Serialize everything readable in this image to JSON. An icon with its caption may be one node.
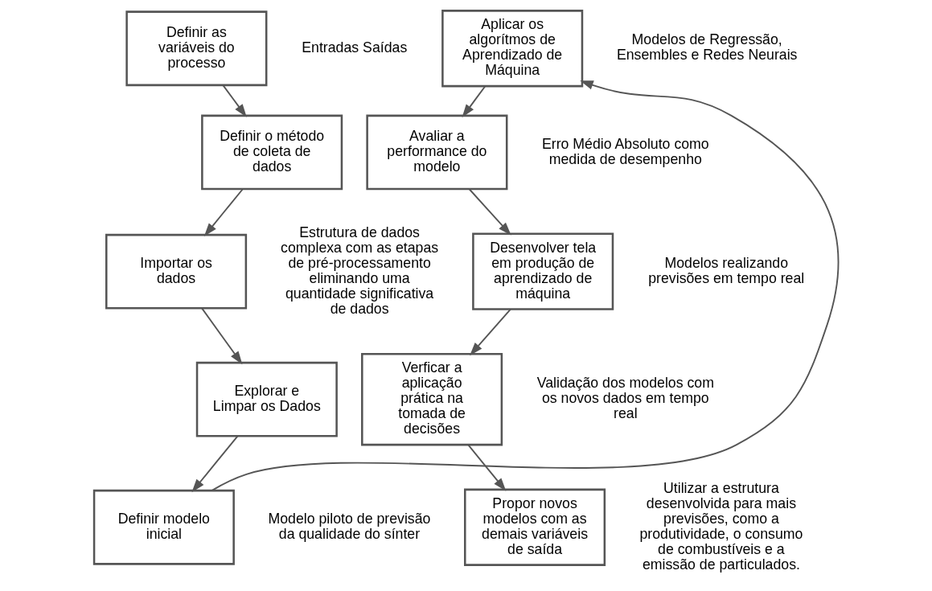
{
  "diagram": {
    "nodes": [
      {
        "text": [
          "Definir as variáveis do processo"
        ],
        "beside": [
          "Entradas Saídas"
        ]
      },
      {
        "text": [
          "Definir o método de coleta de dados"
        ]
      },
      {
        "text": [
          "Importar os dados"
        ]
      },
      {
        "text": [
          "Explorar e Limpar os Dados"
        ]
      },
      {
        "text": [
          "Definir modelo inicial"
        ],
        "beside": [
          "Modelo piloto de previsão da qualidade do sínter"
        ]
      },
      {
        "text": [
          "Aplicar os algorítmos de Aprendizado de Máquina"
        ],
        "beside": [
          "Modelos de Regressão, Ensembles e Redes Neurais"
        ]
      },
      {
        "text": [
          "Avaliar a performance do modelo"
        ],
        "beside": [
          "Erro Médio Absoluto como medida de desempenho"
        ]
      },
      {
        "text": [
          "Desenvolver tela em produção de aprendizado de máquina"
        ],
        "beside": [
          "Modelos realizando previsões em tempo real"
        ]
      },
      {
        "text": [
          "Verficar a aplicação prática na tomada de decisões"
        ],
        "beside": [
          "Validação dos modelos com os novos dados em tempo real"
        ]
      },
      {
        "text": [
          "Propor novos modelos com as demais variáveis de saída"
        ],
        "beside": [
          "Utilizar a estrutura desenvolvida para mais previsões, como a produtividade, o consumo de combustíveis e a emissão de particulados."
        ]
      }
    ],
    "edges": [
      {
        "from": 0,
        "to": 1,
        "arrow": "to"
      },
      {
        "from": 1,
        "to": 2,
        "arrow": "to"
      },
      {
        "from": 2,
        "to": 3,
        "arrow": "to"
      },
      {
        "from": 3,
        "to": 4,
        "arrow": "to"
      },
      {
        "from": 4,
        "to": 5,
        "arrow": "to"
      },
      {
        "from": 5,
        "to": 6,
        "arrow": "to"
      },
      {
        "from": 6,
        "to": 7,
        "arrow": "to"
      },
      {
        "from": 7,
        "to": 8,
        "arrow": "to"
      },
      {
        "from": 8,
        "to": 9,
        "arrow": "to"
      }
    ],
    "labels": [
      "Estrutura de dados complexa com as etapas de pré-processamento eliminando uma quantidade significativa de dados"
    ]
  }
}
